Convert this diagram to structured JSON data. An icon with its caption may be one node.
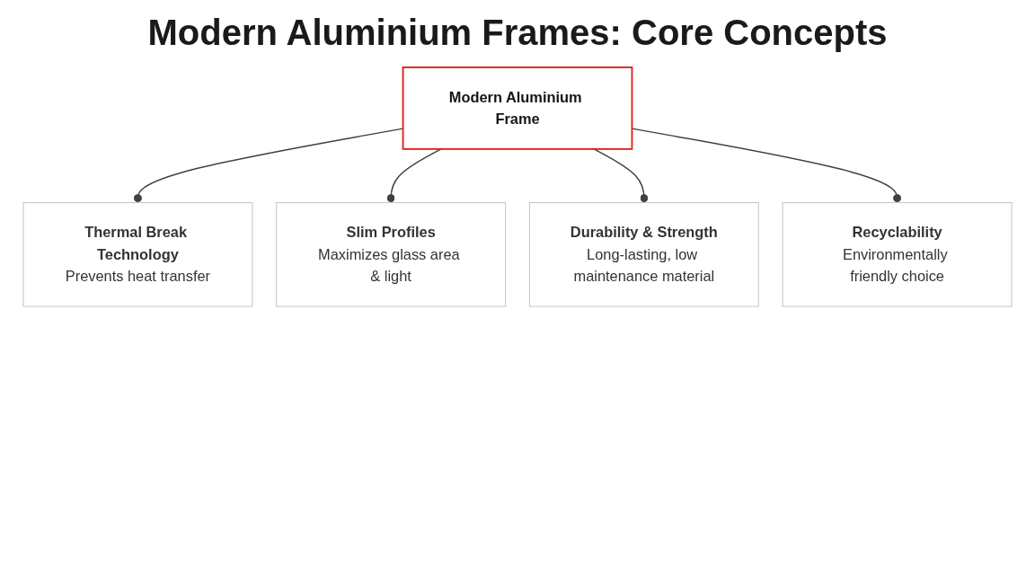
{
  "diagram": {
    "title": "Modern Aluminium Frames: Core Concepts",
    "nodes": [
      {
        "text": [
          "Modern Aluminium Frame"
        ]
      },
      {
        "text": [
          "Thermal Break Technology",
          "Prevents heat transfer"
        ]
      },
      {
        "text": [
          "Slim Profiles",
          "Maximizes glass area & light"
        ]
      },
      {
        "text": [
          "Durability & Strength",
          "Long-lasting, low maintenance material"
        ]
      },
      {
        "text": [
          "Recyclability",
          "Environmentally friendly choice"
        ]
      }
    ],
    "edges": [
      {
        "from": 0,
        "to": 1,
        "arrow": "other"
      },
      {
        "from": 0,
        "to": 2,
        "arrow": "other"
      },
      {
        "from": 0,
        "to": 3,
        "arrow": "other"
      },
      {
        "from": 0,
        "to": 4,
        "arrow": "other"
      }
    ]
  }
}
